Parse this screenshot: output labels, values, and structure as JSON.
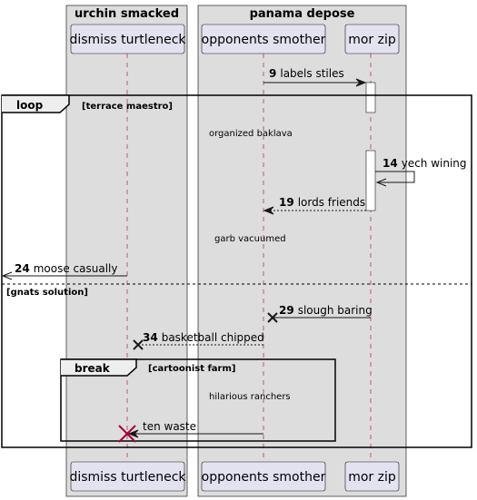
{
  "boxes": {
    "urchin": "urchin smacked",
    "panama": "panama depose"
  },
  "participants": {
    "dismiss": "dismiss turtleneck",
    "opponents": "opponents smother",
    "morzip": "mor zip"
  },
  "fragments": {
    "loop": {
      "keyword": "loop",
      "guard": "[terrace maestro]",
      "else_guard": "[gnats solution]"
    },
    "break": {
      "keyword": "break",
      "guard": "[cartoonist farm]"
    }
  },
  "dividers": {
    "d1": "organized baklava",
    "d2": "garb vacuumed",
    "d3": "hilarious ranchers"
  },
  "messages": {
    "m9": {
      "num": "9",
      "text": "labels stiles"
    },
    "m14": {
      "num": "14",
      "text": "yech wining"
    },
    "m19": {
      "num": "19",
      "text": "lords friends"
    },
    "m24": {
      "num": "24",
      "text": "moose casually"
    },
    "m29": {
      "num": "29",
      "text": "slough baring"
    },
    "m34": {
      "num": "34",
      "text": "basketball chipped"
    },
    "m_ten": {
      "num": "",
      "text": "ten waste"
    }
  },
  "colors": {
    "box_fill": "#dddddd",
    "participant_fill": "#e2e2f0",
    "activation_fill": "#ffffff",
    "destroy_red": "#a80036"
  }
}
